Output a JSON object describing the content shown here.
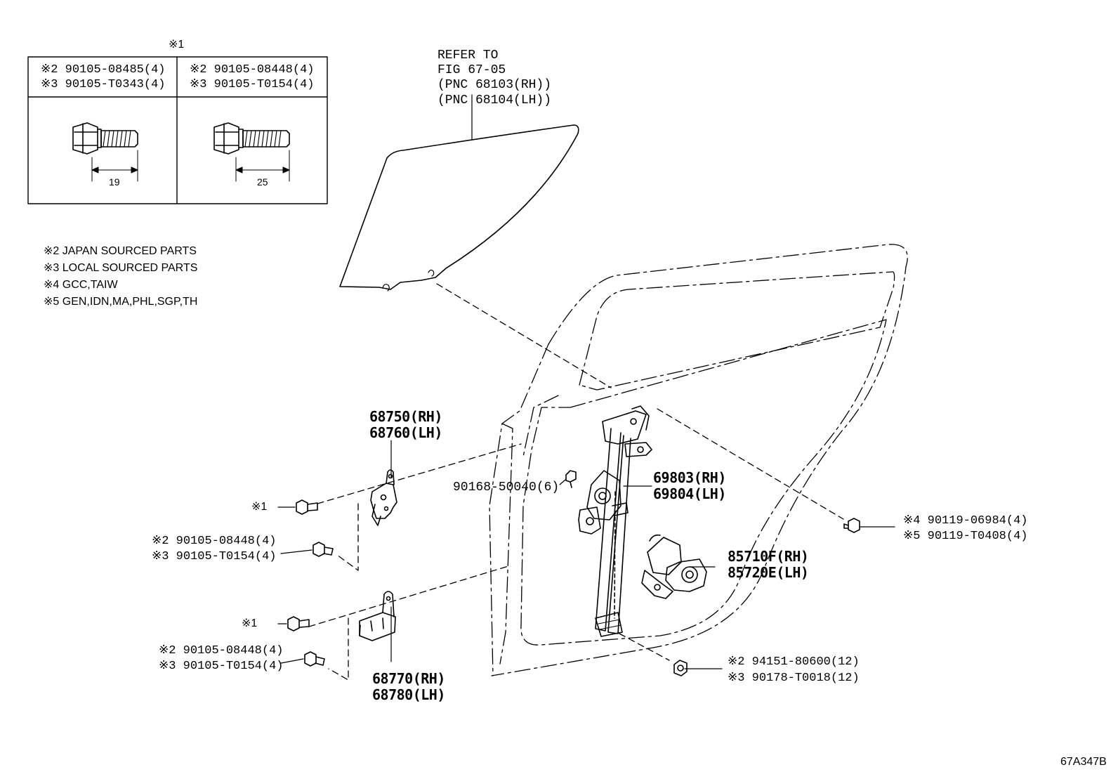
{
  "legend_table": {
    "mark": "※1",
    "col1": {
      "line1": "※2 90105-08485(4)",
      "line2": "※3 90105-T0343(4)",
      "dim": "19"
    },
    "col2": {
      "line1": "※2 90105-08448(4)",
      "line2": "※3 90105-T0154(4)",
      "dim": "25"
    }
  },
  "notes": [
    "※2 JAPAN SOURCED PARTS",
    "※3 LOCAL SOURCED PARTS",
    "※4 GCC,TAIW",
    "※5 GEN,IDN,MA,PHL,SGP,TH"
  ],
  "refer": [
    "REFER TO",
    "FIG 67-05",
    "(PNC 68103(RH))",
    "(PNC 68104(LH))"
  ],
  "parts": {
    "upper_hinge": [
      "68750(RH)",
      "68760(LH)"
    ],
    "lower_hinge": [
      "68770(RH)",
      "68780(LH)"
    ],
    "regulator": [
      "69803(RH)",
      "69804(LH)"
    ],
    "motor": [
      "85710F(RH)",
      "85720E(LH)"
    ],
    "bolt_clip": "90168-50040(6)",
    "upper_bolt_mark": "※1",
    "upper_bolts": [
      "※2 90105-08448(4)",
      "※3 90105-T0154(4)"
    ],
    "lower_bolt_mark": "※1",
    "lower_bolts": [
      "※2 90105-08448(4)",
      "※3 90105-T0154(4)"
    ],
    "regulator_bolts": [
      "※4 90119-06984(4)",
      "※5 90119-T0408(4)"
    ],
    "nuts": [
      "※2 94151-80600(12)",
      "※3 90178-T0018(12)"
    ]
  },
  "figure_id": "67A347B"
}
